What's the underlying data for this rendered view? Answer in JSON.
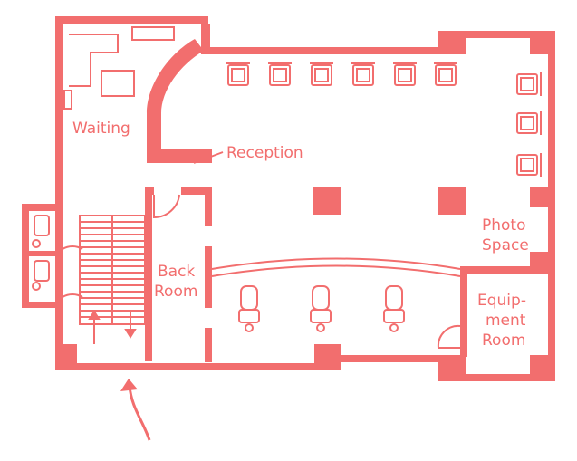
{
  "colors": {
    "accent": "#f26e6e",
    "background": "#ffffff",
    "line_white": "#ffffff"
  },
  "labels": {
    "waiting": "Waiting",
    "reception": "Reception",
    "photo_line1": "Photo",
    "photo_line2": "Space",
    "back_line1": "Back",
    "back_line2": "Room",
    "equip_line1": "Equip-",
    "equip_line2": "ment",
    "equip_line3": "Room"
  },
  "icons": {
    "entrance": "entrance-arrow-icon",
    "stairs": "staircase-icon",
    "toilet": "toilet-icon",
    "chair": "armchair-icon",
    "camera": "camera-icon",
    "column": "column-icon"
  }
}
